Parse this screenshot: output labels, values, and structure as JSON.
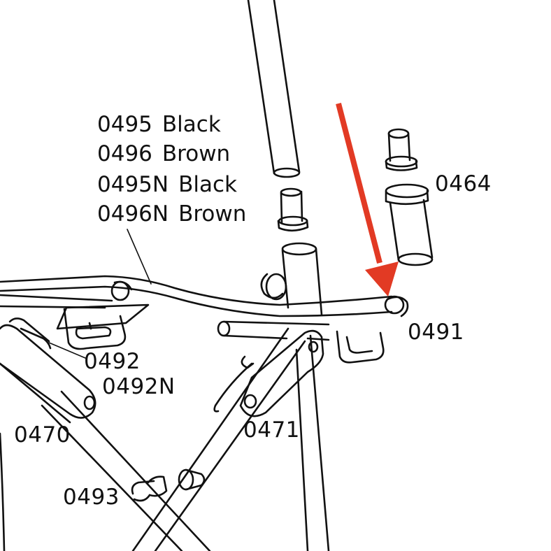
{
  "colors": {
    "line": "#111111",
    "background": "#ffffff",
    "arrow": "#e23a24"
  },
  "legend": [
    {
      "code": "0495",
      "color": "Black"
    },
    {
      "code": "0496",
      "color": "Brown"
    },
    {
      "code": "0495N",
      "color": "Black"
    },
    {
      "code": "0496N",
      "color": "Brown"
    }
  ],
  "labels": {
    "part_0464": "0464",
    "part_0491": "0491",
    "part_0492": "0492",
    "part_0492n": "0492N",
    "part_0470": "0470",
    "part_0471": "0471",
    "part_0493": "0493"
  },
  "icons": {
    "pointer": "red-arrow-icon"
  }
}
